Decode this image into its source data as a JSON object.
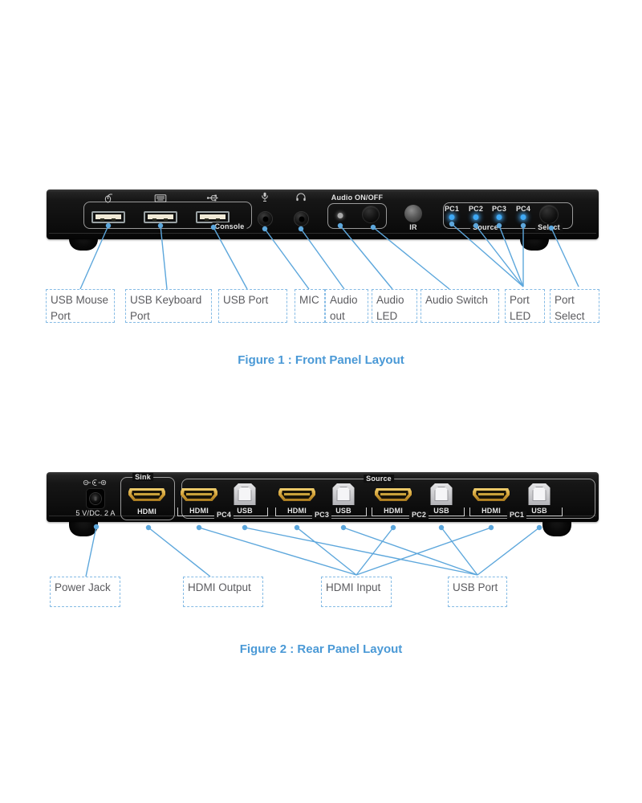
{
  "colors": {
    "leader_line": "#5da7dc",
    "callout_border": "#85bbe5",
    "callout_text": "#5b5b5f",
    "caption_text": "#4a99d6",
    "panel_black": "#101010",
    "led_blue": "#3fa9f5",
    "hdmi_gold": "#cf9c33"
  },
  "icons": [
    "mouse-icon",
    "keyboard-icon",
    "usb-icon",
    "mic-icon",
    "headphones-icon",
    "dc-polarity-icon"
  ],
  "figure1": {
    "caption": "Figure 1 : Front Panel Layout",
    "panel": {
      "console_label": "Console",
      "audio_group_label": "Audio ON/OFF",
      "ir_label": "IR",
      "port_leds": [
        "PC1",
        "PC2",
        "PC3",
        "PC4"
      ],
      "source_label": "Source",
      "select_label": "Select"
    },
    "callouts": [
      {
        "label": "USB Mouse Port"
      },
      {
        "label": "USB Keyboard Port"
      },
      {
        "label": "USB Port"
      },
      {
        "label": "MIC"
      },
      {
        "label": "Audio out"
      },
      {
        "label": "Audio LED"
      },
      {
        "label": "Audio Switch"
      },
      {
        "label": "Port LED"
      },
      {
        "label": "Port Select"
      }
    ]
  },
  "figure2": {
    "caption": "Figure 2 : Rear Panel Layout",
    "panel": {
      "power_rating": "5 V/DC. 2 A",
      "sink_label": "Sink",
      "sink_port_label": "HDMI",
      "source_label": "Source",
      "source_groups": [
        {
          "hdmi": "HDMI",
          "pc": "PC4",
          "usb": "USB"
        },
        {
          "hdmi": "HDMI",
          "pc": "PC3",
          "usb": "USB"
        },
        {
          "hdmi": "HDMI",
          "pc": "PC2",
          "usb": "USB"
        },
        {
          "hdmi": "HDMI",
          "pc": "PC1",
          "usb": "USB"
        }
      ]
    },
    "callouts": [
      {
        "label": "Power Jack"
      },
      {
        "label": "HDMI Output"
      },
      {
        "label": "HDMI Input"
      },
      {
        "label": "USB Port"
      }
    ]
  }
}
